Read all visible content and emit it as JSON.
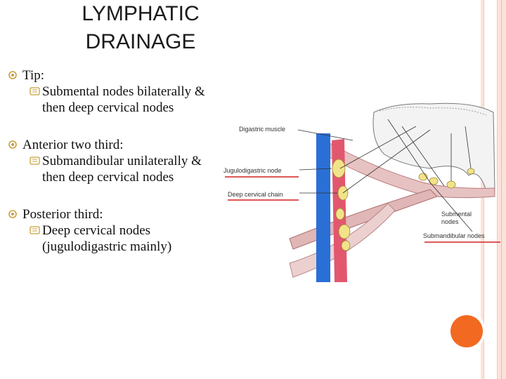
{
  "slide": {
    "title_line1": "LYMPHATIC",
    "title_line2": "DRAINAGE",
    "bullets": [
      {
        "label": "Tip:",
        "sub": "Submental nodes bilaterally & then deep cervical nodes"
      },
      {
        "label": "Anterior two third:",
        "sub": "Submandibular unilaterally & then deep cervical nodes"
      },
      {
        "label": "Posterior third:",
        "sub": "Deep cervical nodes (jugulodigastric mainly)"
      }
    ]
  },
  "diagram": {
    "labels": {
      "digastric": "Digastric muscle",
      "jugulodigastric": "Jugulodigastric node",
      "deep_cervical": "Deep cervical chain",
      "submental_1": "Submental",
      "submental_2": "nodes",
      "submandibular": "Submandibular nodes"
    }
  },
  "colors": {
    "accent_orange": "#f26a21",
    "frame_peach": "#fbe3da",
    "underline_red": "#d62020",
    "vein_blue": "#2a6fd6",
    "artery_pink": "#e2576e",
    "node_yellow": "#f2e38a"
  },
  "icons": {
    "bullet_l1": "gear-bullet-icon",
    "bullet_l2": "scroll-bullet-icon"
  }
}
